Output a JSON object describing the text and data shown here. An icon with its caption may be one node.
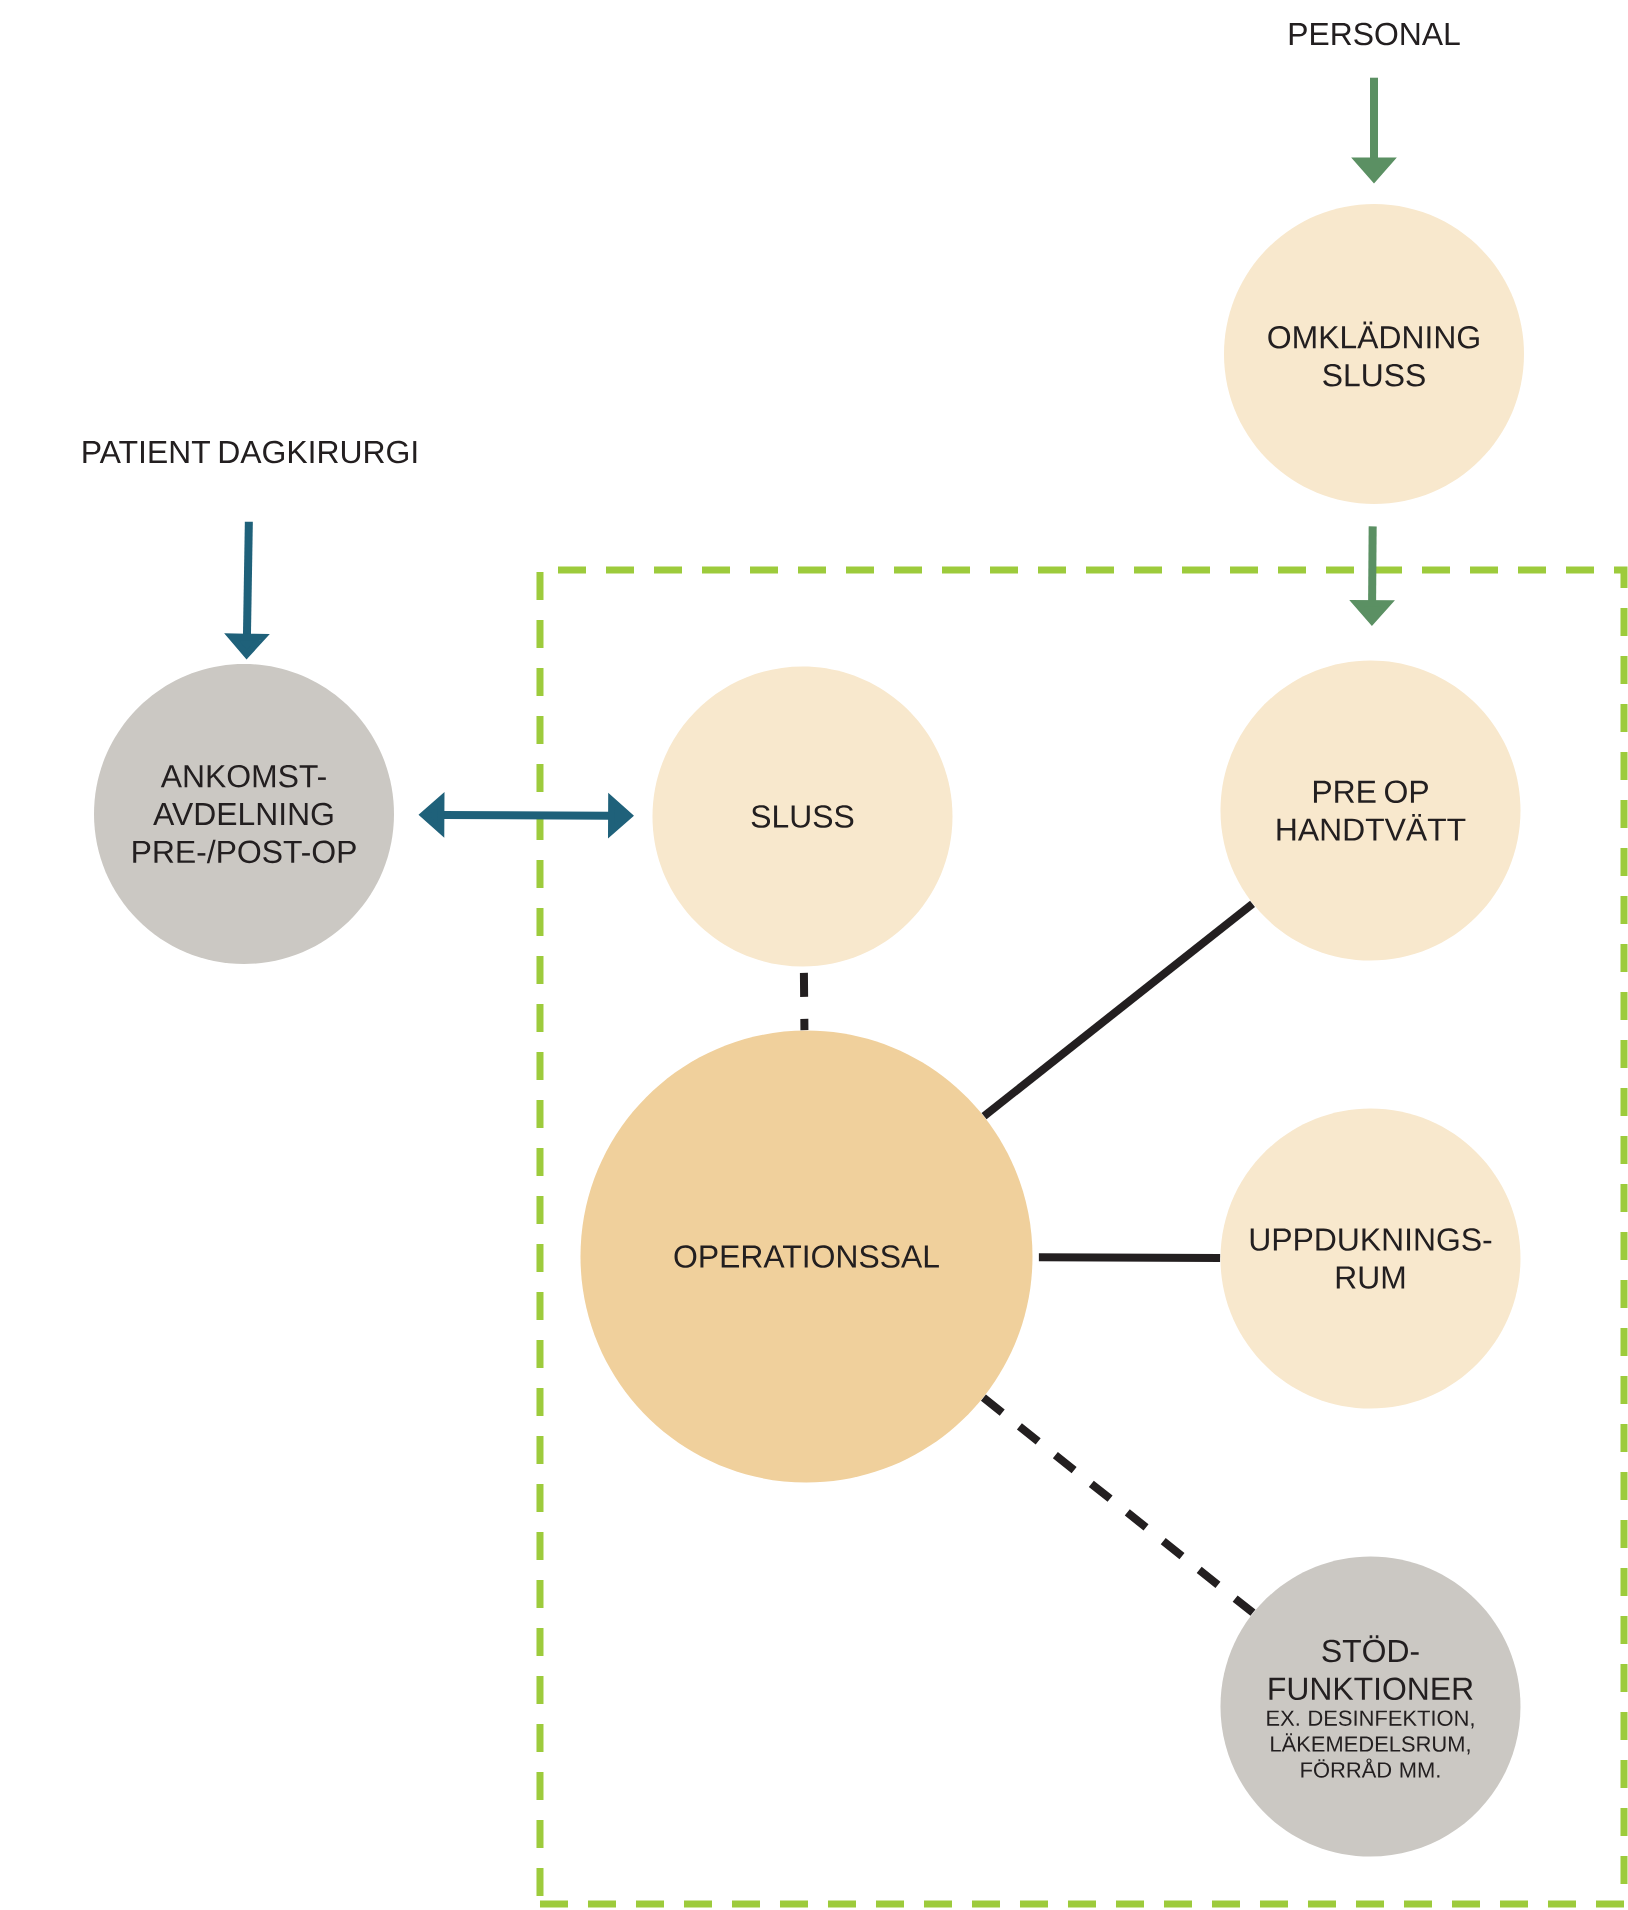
{
  "diagram": {
    "nodes": [
      {
        "text": [
          "PERSONAL"
        ]
      },
      {
        "text": [
          "PATIENT DAGKIRURGI"
        ]
      },
      {
        "text": [
          "OMKLÄDNING SLUSS"
        ]
      },
      {
        "text": [],
        "shape": "box"
      },
      {
        "text": [
          "ANKOMST- AVDELNING PRE-/POST-OP"
        ]
      },
      {
        "text": [
          "SLUSS"
        ],
        "in": 3
      },
      {
        "text": [
          "PRE OP HANDTVÄTT"
        ],
        "in": 3
      },
      {
        "text": [
          "OPERATIONSSAL"
        ],
        "in": 3
      },
      {
        "text": [
          "UPPDUKNINGS- RUM"
        ],
        "in": 3
      },
      {
        "text": [
          "STÖD- FUNKTIONER",
          "EX. DESINFEKTION, LÄKEMEDELSRUM, FÖRRÅD MM."
        ],
        "in": 3
      }
    ],
    "edges": [
      {
        "from": 0,
        "to": 2,
        "arrow": "to",
        "color": "#5b9063"
      },
      {
        "from": 2,
        "to": 6,
        "arrow": "to",
        "color": "#5b9063"
      },
      {
        "from": 1,
        "to": 4,
        "arrow": "to",
        "color": "#1f617a"
      },
      {
        "from": 4,
        "to": 5,
        "arrow": "both",
        "color": "#1f617a"
      },
      {
        "from": 5,
        "to": 7,
        "arrow": "none",
        "style": "dashed"
      },
      {
        "from": 7,
        "to": 6,
        "arrow": "none"
      },
      {
        "from": 7,
        "to": 8,
        "arrow": "none"
      },
      {
        "from": 7,
        "to": 9,
        "arrow": "none",
        "style": "dashed"
      }
    ]
  }
}
